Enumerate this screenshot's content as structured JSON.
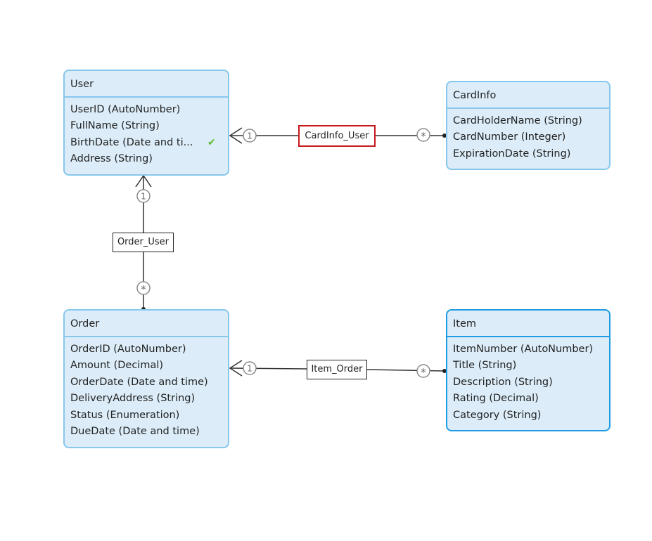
{
  "entities": {
    "user": {
      "name": "User",
      "attributes": [
        "UserID (AutoNumber)",
        "FullName (String)",
        "BirthDate (Date and ti...",
        "Address (String)"
      ]
    },
    "cardinfo": {
      "name": "CardInfo",
      "attributes": [
        "CardHolderName (String)",
        "CardNumber (Integer)",
        "ExpirationDate (String)"
      ]
    },
    "order": {
      "name": "Order",
      "attributes": [
        "OrderID (AutoNumber)",
        "Amount (Decimal)",
        "OrderDate (Date and time)",
        "DeliveryAddress (String)",
        "Status (Enumeration)",
        "DueDate (Date and time)"
      ]
    },
    "item": {
      "name": "Item",
      "attributes": [
        "ItemNumber (AutoNumber)",
        "Title (String)",
        "Description (String)",
        "Rating (Decimal)",
        "Category (String)"
      ]
    }
  },
  "associations": {
    "cardinfo_user": {
      "name": "CardInfo_User",
      "one": "1",
      "many": "*"
    },
    "order_user": {
      "name": "Order_User",
      "one": "1",
      "many": "*"
    },
    "item_order": {
      "name": "Item_Order",
      "one": "1",
      "many": "*"
    }
  },
  "colors": {
    "entity_fill": "#dcedf9",
    "entity_border": "#87c7ec",
    "selected_border": "#1e9be2",
    "label_highlight": "#c6191d",
    "check": "#5cb82c"
  }
}
